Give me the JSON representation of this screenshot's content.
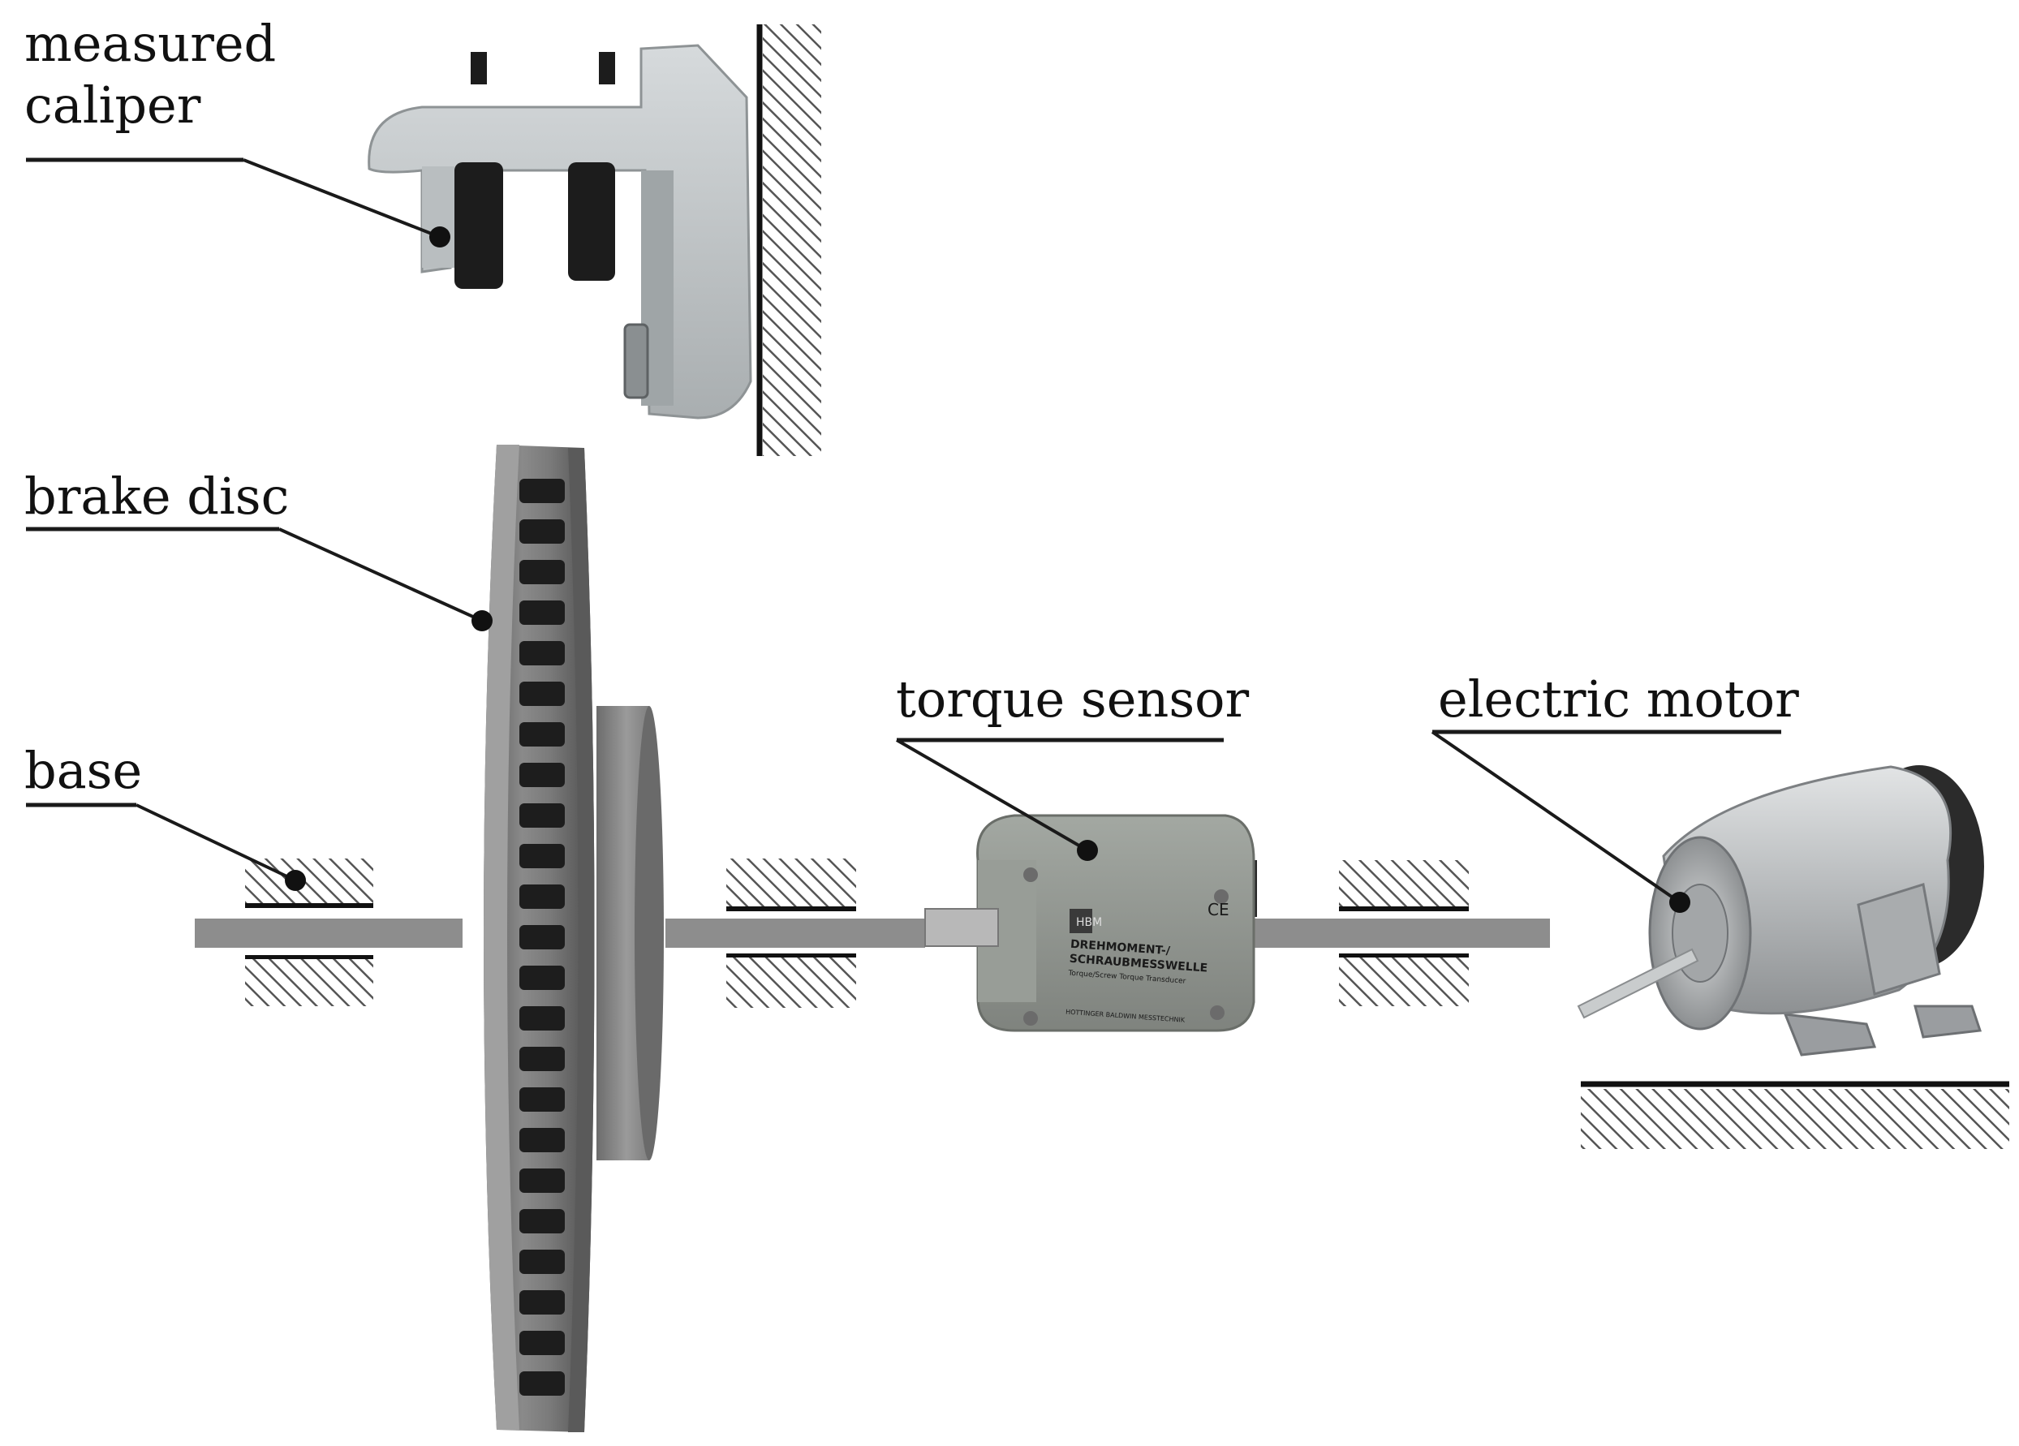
{
  "labels": {
    "caliper": "measured\ncaliper",
    "disc": "brake disc",
    "base": "base",
    "torque": "torque sensor",
    "motor": "electric motor"
  },
  "torque_sensor_print": {
    "line1": "DREHMOMENT-/",
    "line2": "SCHRAUBMESSWELLE",
    "line3": "Torque/Screw Torque Transducer",
    "ce": "CE",
    "brand": "HBM",
    "maker": "HOTTINGER BALDWIN MESSTECHNIK"
  },
  "colors": {
    "shaft": "#8d8d8d",
    "hatch": "#555555",
    "leader": "#1a1a1a",
    "caliper": "#c3c8ca",
    "pad": "#1c1c1c",
    "disc": "#6f6f6f",
    "sensor": "#8f948f",
    "motor": "#bfc2c4"
  }
}
